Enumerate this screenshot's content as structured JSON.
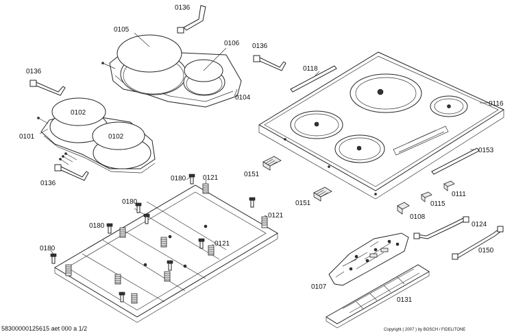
{
  "labels": {
    "l0136a": "0136",
    "l0105": "0105",
    "l0106": "0106",
    "l0104": "0104",
    "l0136b": "0136",
    "l0136c": "0136",
    "l0118": "0118",
    "l0116": "0116",
    "l0102a": "0102",
    "l0102b": "0102",
    "l0101": "0101",
    "l0136d": "0136",
    "l0153": "0153",
    "l0151a": "0151",
    "l0151b": "0151",
    "l0180a": "0180",
    "l0121a": "0121",
    "l0180b": "0180",
    "l0121b": "0121",
    "l0180c": "0180",
    "l0121c": "0121",
    "l0180d": "0180",
    "l0111": "0111",
    "l0115": "0115",
    "l0108": "0108",
    "l0124": "0124",
    "l0150": "0150",
    "l0107": "0107",
    "l0131": "0131"
  },
  "footer": {
    "doc_id": "58300000125615 aet 000 a 1/2",
    "copyright": "Copyright ( 2007 ) by BOSCH / FIDELITONE"
  }
}
